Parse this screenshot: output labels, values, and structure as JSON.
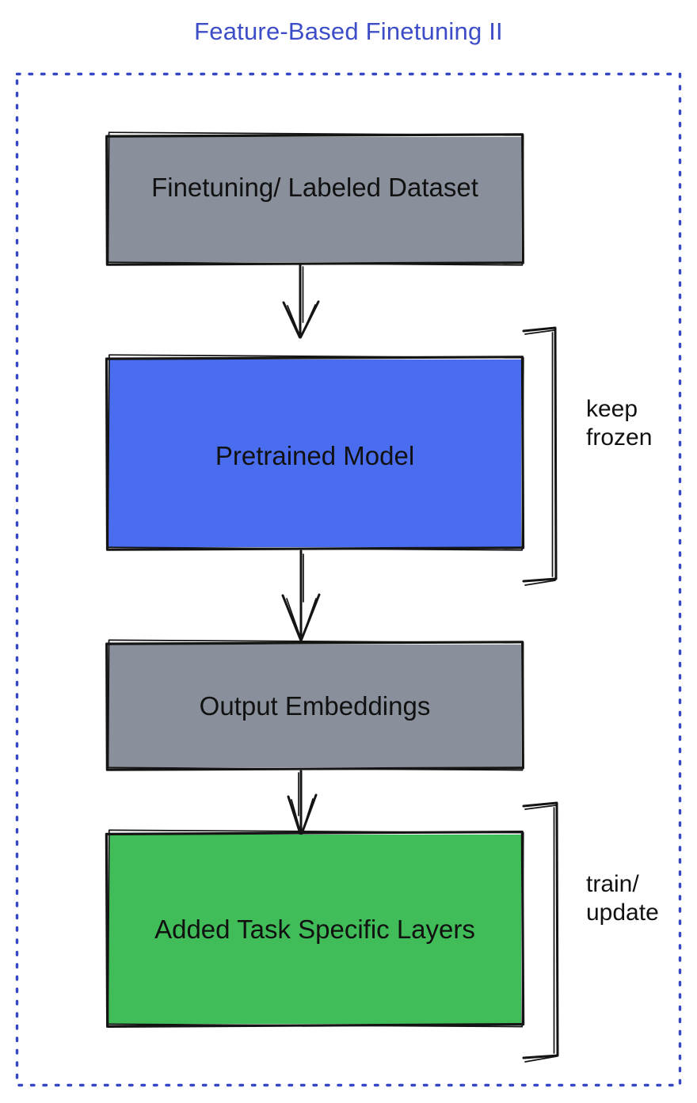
{
  "title": "Feature-Based Finetuning II",
  "colors": {
    "title": "#3D4DC8",
    "frame_dots": "#3547C6",
    "gray_fill": "#8A909B",
    "blue_fill": "#4A6DF0",
    "green_fill": "#40BD58",
    "outline": "#141414",
    "label_text": "#111111"
  },
  "nodes": [
    {
      "id": "finetuning-dataset",
      "label": "Finetuning/ Labeled Dataset",
      "fill": "gray"
    },
    {
      "id": "pretrained-model",
      "label": "Pretrained Model",
      "fill": "blue"
    },
    {
      "id": "output-embeddings",
      "label": "Output Embeddings",
      "fill": "gray"
    },
    {
      "id": "task-specific-layers",
      "label": "Added Task Specific Layers",
      "fill": "green"
    }
  ],
  "annotations": {
    "keep_frozen": "keep\nfrozen",
    "train_update": "train/\nupdate"
  },
  "edges": [
    {
      "from": "finetuning-dataset",
      "to": "pretrained-model"
    },
    {
      "from": "pretrained-model",
      "to": "output-embeddings"
    },
    {
      "from": "output-embeddings",
      "to": "task-specific-layers"
    }
  ]
}
